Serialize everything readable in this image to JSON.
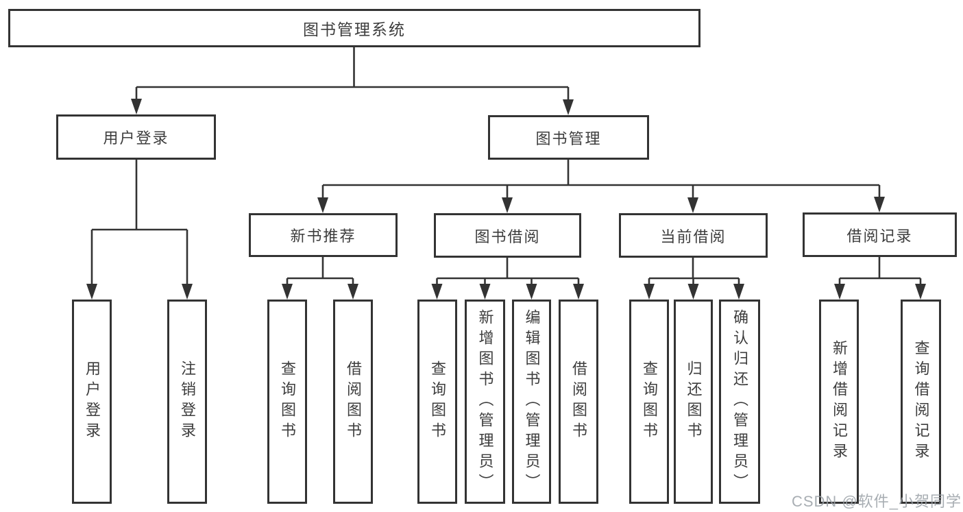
{
  "diagram": {
    "root": "图书管理系统",
    "children": [
      {
        "label": "用户登录",
        "children": [
          "用户登录",
          "注销登录"
        ]
      },
      {
        "label": "图书管理",
        "children": [
          {
            "label": "新书推荐",
            "children": [
              "查询图书",
              "借阅图书"
            ]
          },
          {
            "label": "图书借阅",
            "children": [
              "查询图书",
              "新增图书（管理员）",
              "编辑图书（管理员）",
              "借阅图书"
            ]
          },
          {
            "label": "当前借阅",
            "children": [
              "查询图书",
              "归还图书",
              "确认归还（管理员）"
            ]
          },
          {
            "label": "借阅记录",
            "children": [
              "新增借阅记录",
              "查询借阅记录"
            ]
          }
        ]
      }
    ]
  },
  "watermark": {
    "text": "CSDN @软件_小贺同学",
    "color": "#9aa0a6"
  },
  "colors": {
    "line": "#333333",
    "text": "#3d3d3d",
    "background": "#ffffff"
  }
}
